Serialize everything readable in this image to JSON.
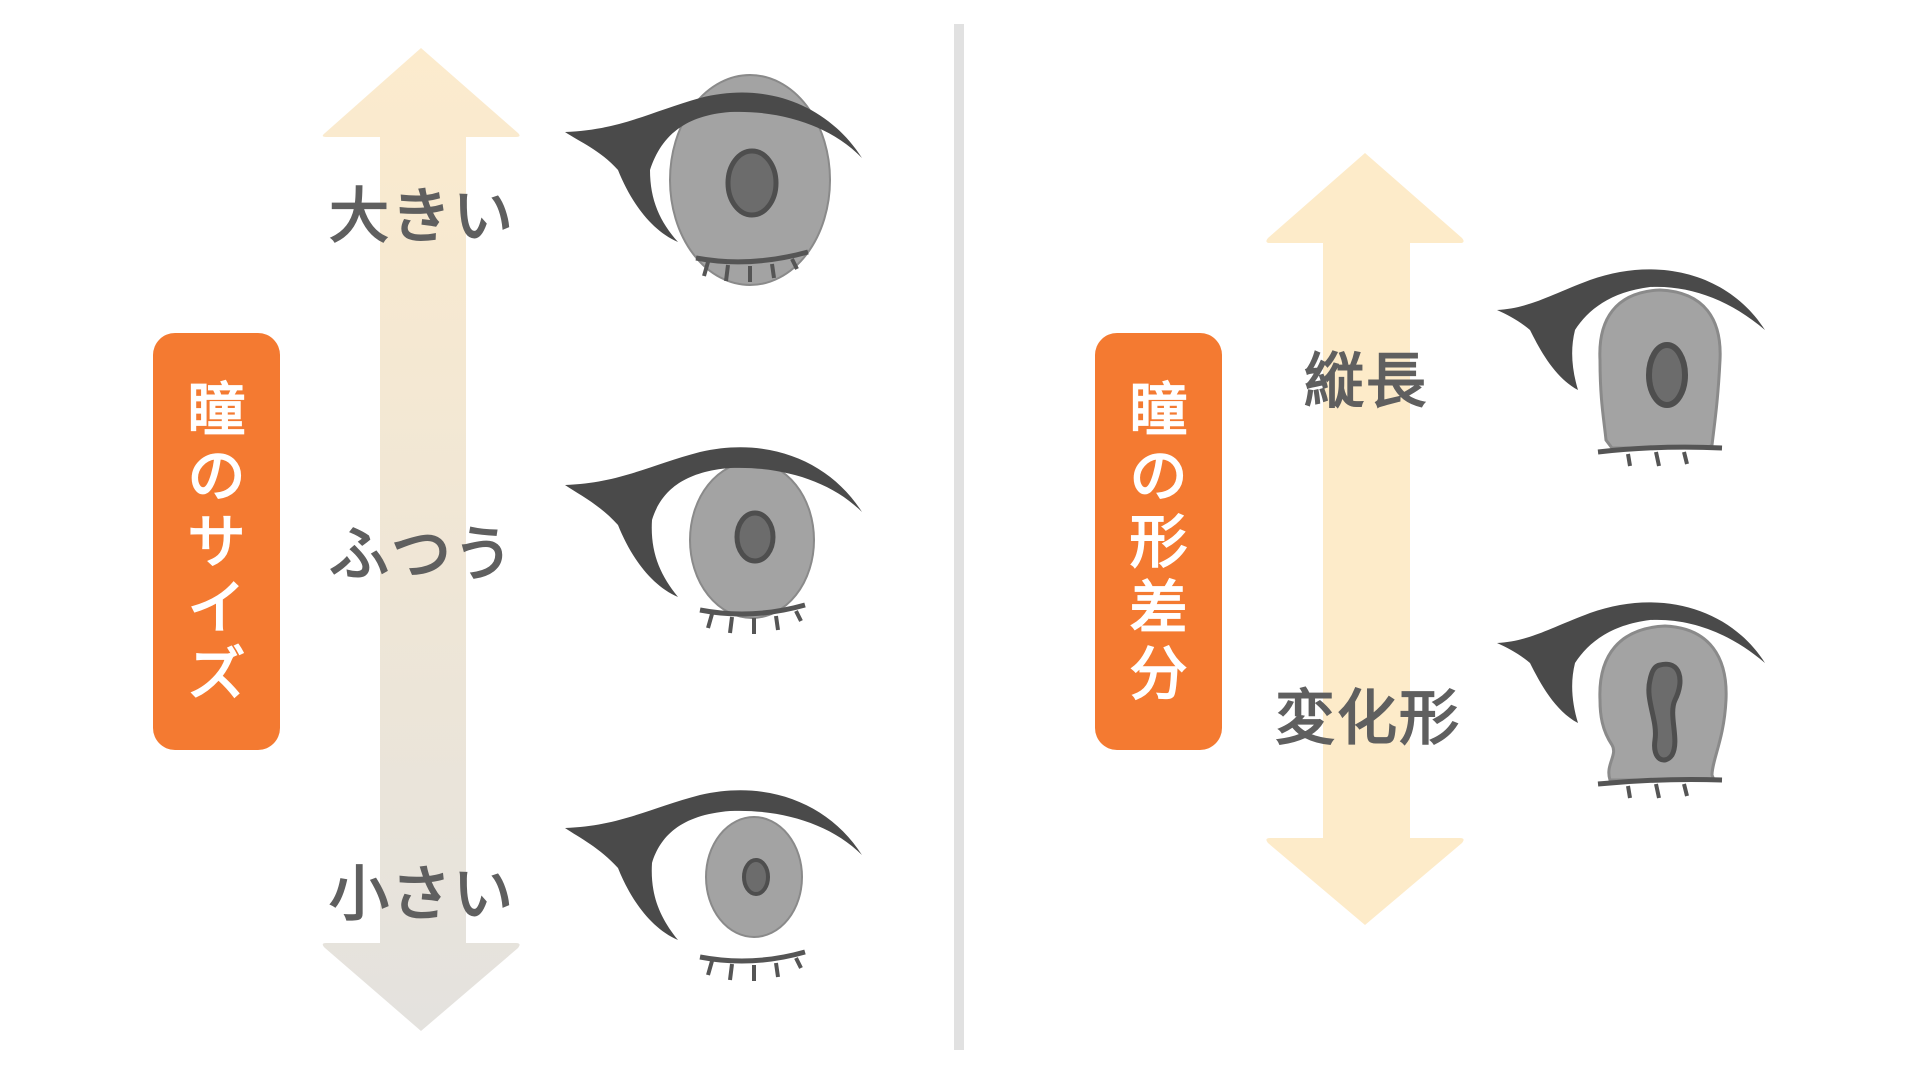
{
  "colors": {
    "badge": "#f47a31",
    "badge_text": "#ffffff",
    "label_text": "#5f5f5f",
    "arrow_cream": "#fcebcd",
    "arrow_gray": "#e4e2de",
    "divider": "#e1e1e1",
    "iris": "#9e9e9e",
    "pupil": "#6a6a6a",
    "lid": "#4a4a4a"
  },
  "left_panel": {
    "badge": {
      "chars": [
        "瞳",
        "の",
        "サ",
        "イ",
        "ズ"
      ],
      "text": "瞳のサイズ"
    },
    "arrow": {
      "direction": "up-down",
      "top_color": "cream",
      "bottom_color": "gray"
    },
    "rows": [
      {
        "label": "大きい",
        "eye": "large-pupil-eye"
      },
      {
        "label": "ふつう",
        "eye": "medium-pupil-eye"
      },
      {
        "label": "小さい",
        "eye": "small-pupil-eye"
      }
    ]
  },
  "right_panel": {
    "badge": {
      "chars": [
        "瞳",
        "の",
        "形",
        "差",
        "分"
      ],
      "text": "瞳の形差分"
    },
    "arrow": {
      "direction": "up-down",
      "color": "cream"
    },
    "rows": [
      {
        "label": "縦長",
        "eye": "vertical-long-eye"
      },
      {
        "label": "変化形",
        "eye": "deformed-eye"
      }
    ]
  }
}
